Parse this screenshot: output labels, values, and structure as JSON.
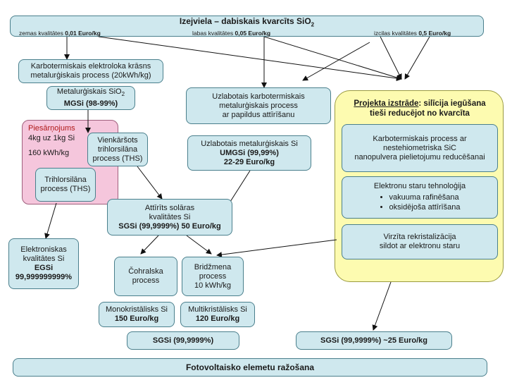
{
  "top": {
    "title": "Izejviela – dabiskais kvarcīts SiO",
    "title_sub": "2",
    "q1_label": "zemas kvalitātes",
    "q1_price": "0,01 Euro/kg",
    "q2_label": "labas kvalitātes",
    "q2_price": "0,05 Euro/kg",
    "q3_label": "izcilas kvalitātes",
    "q3_price": "0,5 Euro/kg"
  },
  "carbo": {
    "line1": "Karbotermiskais elektroloka krāsns",
    "line2": "metalurģiskais process (20kWh/kg)"
  },
  "mgsi": {
    "line1": "Metalurģiskais SiO",
    "line1_sub": "2",
    "line2": "MGSi (98-99%)"
  },
  "pollution": {
    "title": "Piesārņojums",
    "line2": "4kg uz 1kg Si",
    "line3": "160 kWh/kg"
  },
  "simple_ths": {
    "line1": "Vienkāršots",
    "line2": "trihlorsilāna",
    "line3": "process (THS)"
  },
  "ths": {
    "line1": "Trihlorsilāna",
    "line2": "process (THS)"
  },
  "improved_carbo": {
    "line1": "Uzlabotais karbotermiskais",
    "line2": "metalurģiskais process",
    "line3": "ar papildus attīrīšanu"
  },
  "umgsi": {
    "line1": "Uzlabotais metalurģiskais Si",
    "line2": "UMGSi (99,99%)",
    "line3": "22-29 Euro/kg"
  },
  "sgsi_main": {
    "line1": "Attīrīts solāras",
    "line2": "kvalitātes Si",
    "line3": "SGSi (99,9999%)  50 Euro/kg"
  },
  "egsi": {
    "line1": "Elektroniskas",
    "line2": "kvalitātes Si",
    "line3": "EGSi",
    "line4": "99,999999999%"
  },
  "czochralski": {
    "line1": "Čohralska",
    "line2": "process"
  },
  "bridgman": {
    "line1": "Bridžmena",
    "line2": "process",
    "line3": "10 kWh/kg"
  },
  "mono": {
    "line1": "Monokristālisks Si",
    "line2": "150 Euro/kg"
  },
  "multi": {
    "line1": "Multikristālisks Si",
    "line2": "120 Euro/kg"
  },
  "sgsi_left": {
    "label": "SGSi (99,9999%)"
  },
  "sgsi_right": {
    "label": "SGSi (99,9999%)  ~25 Euro/kg"
  },
  "project": {
    "title1": "Projekta izstrāde",
    "title2": ": silīcija iegūšana",
    "title3": "tieši reducējot no kvarcīta"
  },
  "proj_carbo": {
    "line1": "Karbotermiskais process ar",
    "line2": "nestehiometriska SiC",
    "line3": "nanopulvera pielietojumu reducēšanai"
  },
  "electron": {
    "line1": "Elektronu staru tehnoloģija",
    "bullets": [
      "vakuuma rafinēšana",
      "oksidējoša attīrīšana"
    ]
  },
  "recryst": {
    "line1": "Virzīta rekristalizācija",
    "line2": "sildot ar elektronu staru"
  },
  "bottom": {
    "label": "Fotovoltaisko elemetu ražošana"
  }
}
